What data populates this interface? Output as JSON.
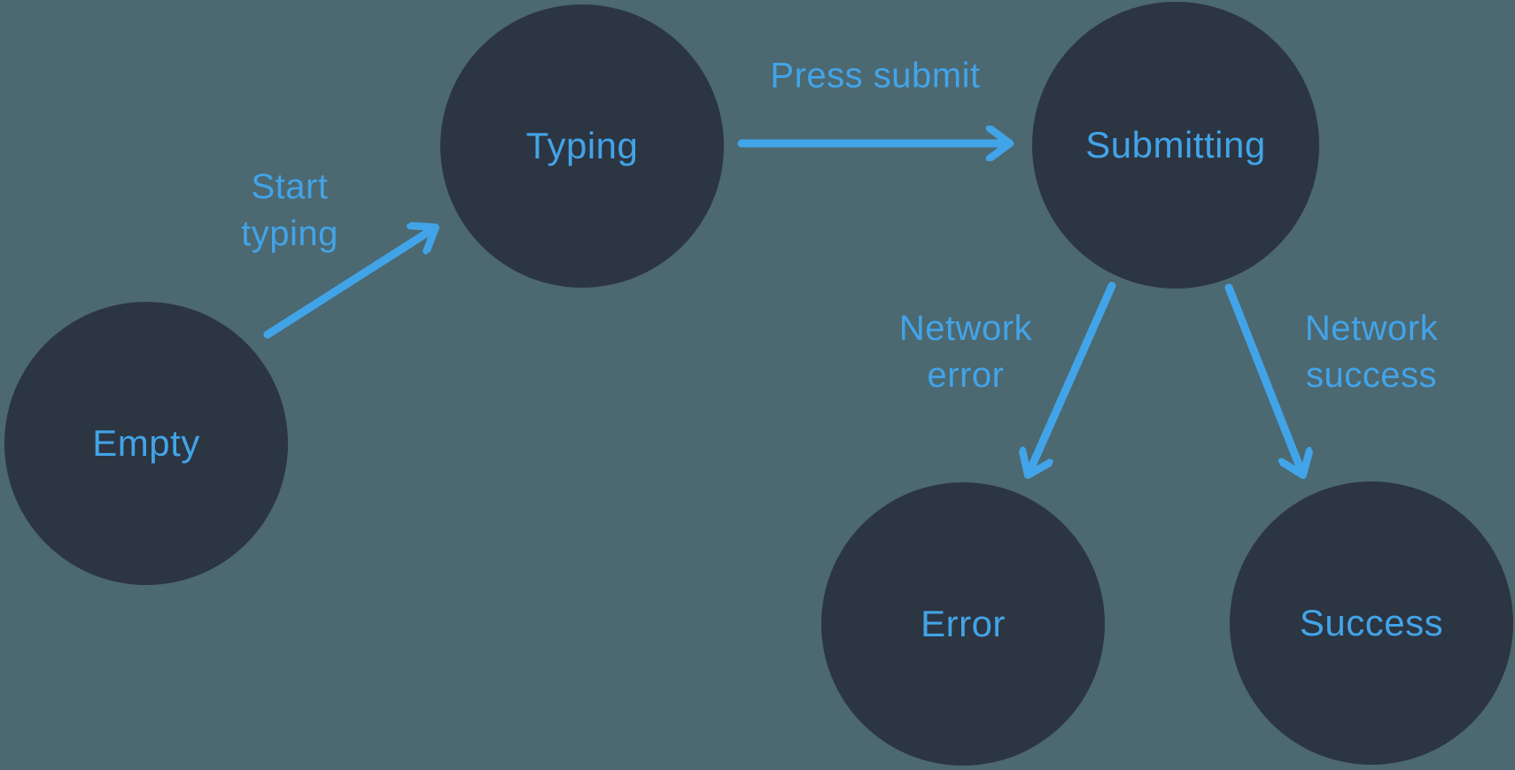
{
  "diagram": {
    "title": "form-submission-state-machine",
    "colors": {
      "background": "#4c6871",
      "node": "#2c3542",
      "accent": "#42a4e8"
    },
    "nodes": [
      {
        "id": "empty",
        "label": "Empty"
      },
      {
        "id": "typing",
        "label": "Typing"
      },
      {
        "id": "submitting",
        "label": "Submitting"
      },
      {
        "id": "error",
        "label": "Error"
      },
      {
        "id": "success",
        "label": "Success"
      }
    ],
    "edges": [
      {
        "from": "empty",
        "to": "typing",
        "label": "Start\ntyping"
      },
      {
        "from": "typing",
        "to": "submitting",
        "label": "Press submit"
      },
      {
        "from": "submitting",
        "to": "error",
        "label": "Network\nerror"
      },
      {
        "from": "submitting",
        "to": "success",
        "label": "Network\nsuccess"
      }
    ]
  }
}
